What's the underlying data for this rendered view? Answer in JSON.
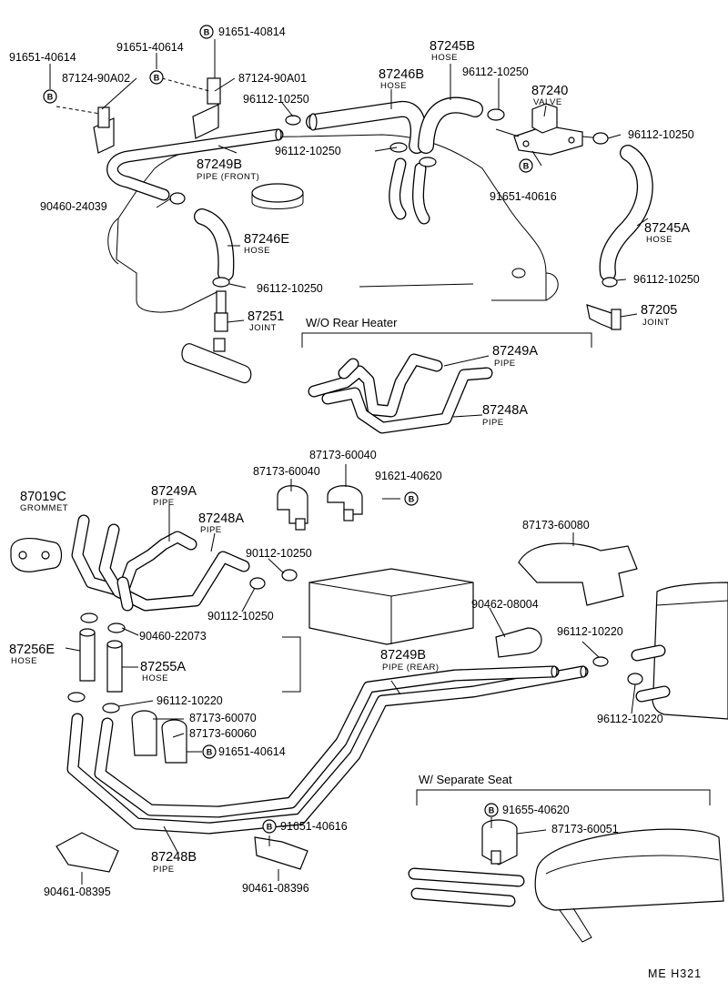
{
  "labels": {
    "p91651_40814": "91651-40814",
    "p91651_40614_a": "91651-40614",
    "p91651_40614_b": "91651-40614",
    "p87124_90A02": "87124-90A02",
    "p87124_90A01": "87124-90A01",
    "p87245B": "87245B",
    "p87245B_desc": "HOSE",
    "p87246B": "87246B",
    "p87246B_desc": "HOSE",
    "p96112_10250_a": "96112-10250",
    "p96112_10250_b": "96112-10250",
    "p96112_10250_c": "96112-10250",
    "p96112_10250_d": "96112-10250",
    "p96112_10250_e": "96112-10250",
    "p96112_10250_f": "96112-10250",
    "p87240": "87240",
    "p87240_desc": "VALVE",
    "p87249B_front": "87249B",
    "p87249B_front_desc": "PIPE  (FRONT)",
    "p91651_40616_a": "91651-40616",
    "p90460_24039": "90460-24039",
    "p87246E": "87246E",
    "p87246E_desc": "HOSE",
    "p87245A": "87245A",
    "p87245A_desc": "HOSE",
    "p87251": "87251",
    "p87251_desc": "JOINT",
    "p87205": "87205",
    "p87205_desc": "JOINT",
    "p87249A_top": "87249A",
    "p87249A_top_desc": "PIPE",
    "p87248A_top": "87248A",
    "p87248A_top_desc": "PIPE",
    "p87173_60040_a": "87173-60040",
    "p87173_60040_b": "87173-60040",
    "p91621_40620": "91621-40620",
    "p87019C": "87019C",
    "p87019C_desc": "GROMMET",
    "p87249A_mid": "87249A",
    "p87249A_mid_desc": "PIPE",
    "p87248A_mid": "87248A",
    "p87248A_mid_desc": "PIPE",
    "p90112_10250_a": "90112-10250",
    "p90112_10250_b": "90112-10250",
    "p87173_60080": "87173-60080",
    "p90462_08004": "90462-08004",
    "p90460_22073": "90460-22073",
    "p87256E": "87256E",
    "p87256E_desc": "HOSE",
    "p87255A": "87255A",
    "p87255A_desc": "HOSE",
    "p87249B_rear": "87249B",
    "p87249B_rear_desc": "PIPE (REAR)",
    "p96112_10220_a": "96112-10220",
    "p96112_10220_b": "96112-10220",
    "p96112_10220_c": "96112-10220",
    "p87173_60070": "87173-60070",
    "p87173_60060": "87173-60060",
    "p91651_40614_c": "91651-40614",
    "p91651_40616_b": "91651-40616",
    "p87248B": "87248B",
    "p87248B_desc": "PIPE",
    "p90461_08395": "90461-08395",
    "p90461_08396": "90461-08396",
    "p91655_40620": "91655-40620",
    "p87173_60051": "87173-60051",
    "b_symbol": "B"
  },
  "sections": {
    "wo_rear_heater": "W/O  Rear Heater",
    "w_separate_seat": "W/ Separate Seat"
  },
  "page_code": "ME  H321"
}
